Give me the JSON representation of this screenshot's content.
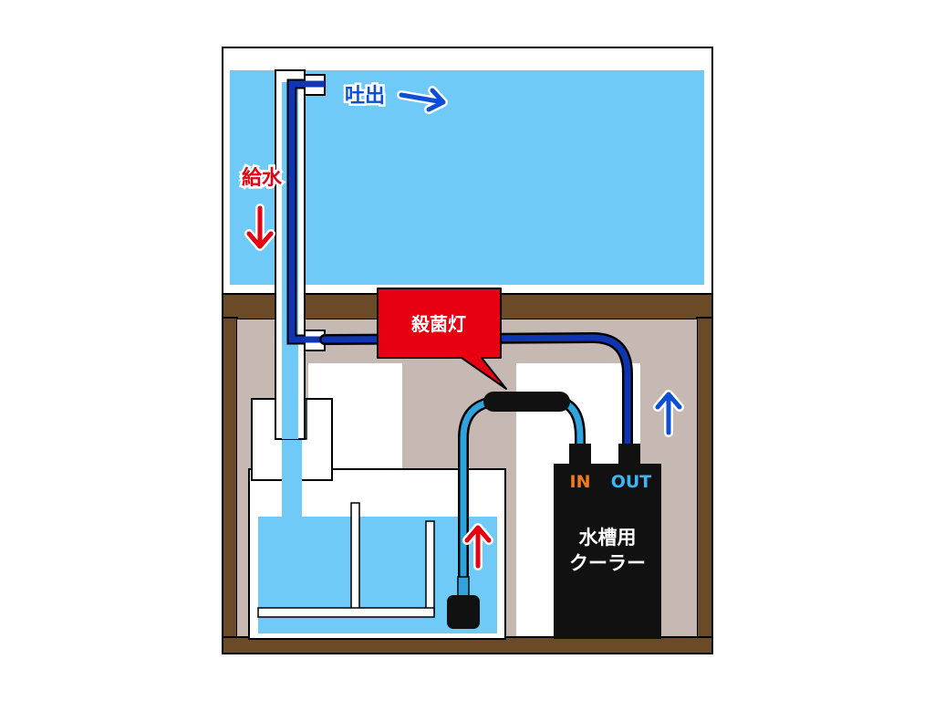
{
  "labels": {
    "outlet": "吐出",
    "supply": "給水",
    "sterilizer": "殺菌灯",
    "cooler_in": "IN",
    "cooler_out": "OUT",
    "cooler_line1": "水槽用",
    "cooler_line2": "クーラー"
  },
  "colors": {
    "water": "#6fcaf7",
    "wood": "#6b4a28",
    "wall": "#c6b9b3",
    "hose_dark_blue": "#0f35b3",
    "hose_light_blue": "#2ea3dd",
    "callout_red": "#e60012",
    "arrow_red": "#e60012",
    "arrow_blue": "#0a4fd6",
    "cooler_body": "#111111",
    "label_orange": "#f07a1e",
    "label_cyan": "#3fb6ee"
  },
  "icons": {
    "outlet_arrow": "arrow-right-icon",
    "supply_arrow": "arrow-down-icon",
    "pump_arrow": "arrow-up-icon",
    "return_arrow": "arrow-up-icon"
  }
}
